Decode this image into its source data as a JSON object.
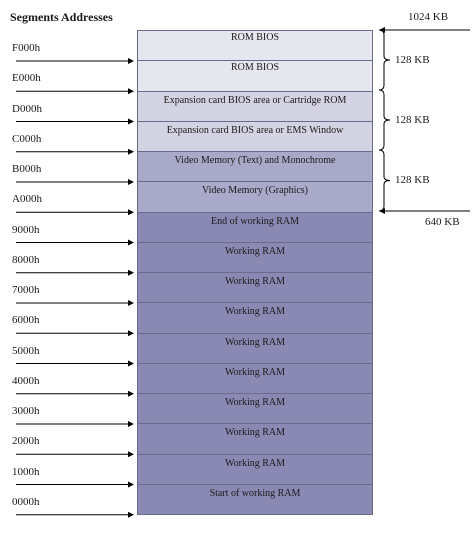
{
  "title": "Segments Addresses",
  "top_label": "1024 KB",
  "bottom_label": "640 KB",
  "colors": {
    "rom": "#e6e6ef",
    "expansion": "#d3d3e3",
    "video": "#a9a9c9",
    "ram": "#8989b3"
  },
  "brace_labels": [
    "128 KB",
    "128 KB",
    "128 KB"
  ],
  "segments": [
    "F000h",
    "E000h",
    "D000h",
    "C000h",
    "B000h",
    "A000h",
    "9000h",
    "8000h",
    "7000h",
    "6000h",
    "5000h",
    "4000h",
    "3000h",
    "2000h",
    "1000h",
    "0000h"
  ],
  "blocks": [
    {
      "label": "ROM BIOS",
      "kind": "rom"
    },
    {
      "label": "ROM BIOS",
      "kind": "rom"
    },
    {
      "label": "Expansion card BIOS area or Cartridge ROM",
      "kind": "expansion"
    },
    {
      "label": "Expansion card BIOS area or EMS Window",
      "kind": "expansion"
    },
    {
      "label": "Video Memory (Text) and Monochrome",
      "kind": "video"
    },
    {
      "label": "Video Memory (Graphics)",
      "kind": "video"
    },
    {
      "label": "End of working RAM",
      "kind": "ram"
    },
    {
      "label": "Working RAM",
      "kind": "ram"
    },
    {
      "label": "Working RAM",
      "kind": "ram"
    },
    {
      "label": "Working RAM",
      "kind": "ram"
    },
    {
      "label": "Working RAM",
      "kind": "ram"
    },
    {
      "label": "Working RAM",
      "kind": "ram"
    },
    {
      "label": "Working RAM",
      "kind": "ram"
    },
    {
      "label": "Working RAM",
      "kind": "ram"
    },
    {
      "label": "Working RAM",
      "kind": "ram"
    },
    {
      "label": "Start of working RAM",
      "kind": "ram"
    }
  ]
}
